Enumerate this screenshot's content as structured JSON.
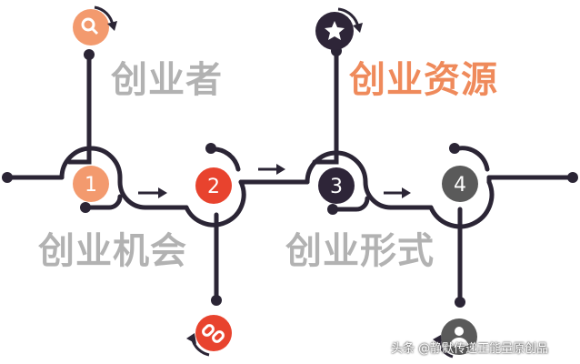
{
  "diagram": {
    "steps": [
      {
        "number": "1",
        "color": "#f39a6e"
      },
      {
        "number": "2",
        "color": "#e8432e"
      },
      {
        "number": "3",
        "color": "#2e2538"
      },
      {
        "number": "4",
        "color": "#5a5a5a"
      }
    ],
    "labels": {
      "entrepreneur": "创业者",
      "resources": "创业资源",
      "opportunity": "创业机会",
      "form": "创业形式"
    },
    "icons": {
      "entrepreneur": {
        "name": "search-icon",
        "color": "#f39a6e"
      },
      "resources": {
        "name": "star-icon",
        "color": "#2e2538"
      },
      "opportunity": {
        "name": "link-icon",
        "color": "#e8432e"
      },
      "form": {
        "name": "user-icon",
        "color": "#5a5a5a"
      }
    },
    "line_color": "#2b2535"
  },
  "watermark": "头条 @静默传递正能量原创品"
}
